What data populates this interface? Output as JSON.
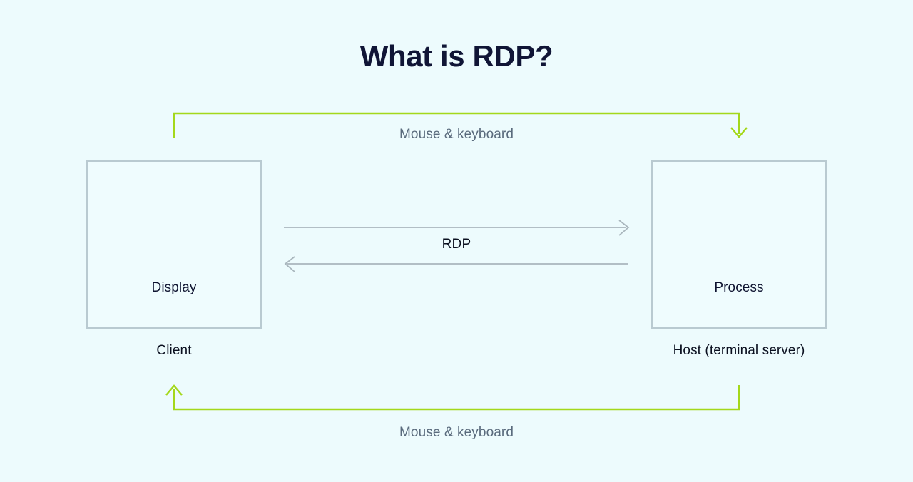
{
  "page": {
    "title": "What is RDP?",
    "background_color": "#edfbfd"
  },
  "colors": {
    "title_text": "#101536",
    "box_border": "#b9cad1",
    "box_fill": "#effcfe",
    "icon_stroke": "#2b3058",
    "green_connector": "#a4d81b",
    "gray_arrow": "#a9b6bd",
    "edge_label_text": "#5a6b7d",
    "node_label_text": "#0b1020"
  },
  "nodes": [
    {
      "id": "client",
      "icon": "laptop-icon",
      "inner_label": "Display",
      "caption": "Client"
    },
    {
      "id": "host",
      "icon": "desktop-computer-icon",
      "inner_label": "Process",
      "caption": "Host (terminal server)"
    }
  ],
  "connectors": [
    {
      "id": "top",
      "label": "Mouse & keyboard",
      "color": "#a4d81b",
      "direction": "client-to-host",
      "arrowhead": "down-chevron-at-host"
    },
    {
      "id": "rdp-forward",
      "label": "RDP",
      "color": "#a9b6bd",
      "direction": "client-to-host",
      "arrowhead": "right-chevron"
    },
    {
      "id": "rdp-back",
      "label": "RDP",
      "color": "#a9b6bd",
      "direction": "host-to-client",
      "arrowhead": "left-chevron"
    },
    {
      "id": "bottom",
      "label": "Mouse & keyboard",
      "color": "#a4d81b",
      "direction": "host-to-client",
      "arrowhead": "up-chevron-at-client"
    }
  ]
}
